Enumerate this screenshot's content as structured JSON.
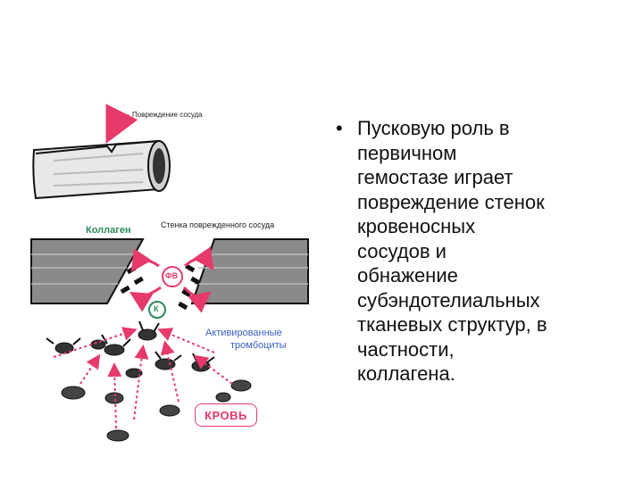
{
  "figure": {
    "label_damaged_vessel": "Повреждение сосуда",
    "label_vessel_wall": "Стенка поврежденного сосуда",
    "label_collagen": "Коллаген",
    "label_fv": "ФВ",
    "label_k": "К",
    "label_platelets_line1": "Активированные",
    "label_platelets_line2": "тромбоциты",
    "label_blood": "КРОВЬ",
    "colors": {
      "pink": "#e63a6a",
      "green": "#2a8a5a",
      "blue": "#3a5fc0",
      "gray": "#8a8a8a"
    }
  },
  "text": {
    "bullet_symbol": "•",
    "lines": [
      "Пусковую роль в",
      "первичном",
      "гемостазе играет",
      "повреждение стенок",
      "кровеносных",
      "сосудов и",
      "обнажение",
      "субэндотелиальных",
      "тканевых структур, в",
      "частности,",
      "коллагена."
    ]
  }
}
